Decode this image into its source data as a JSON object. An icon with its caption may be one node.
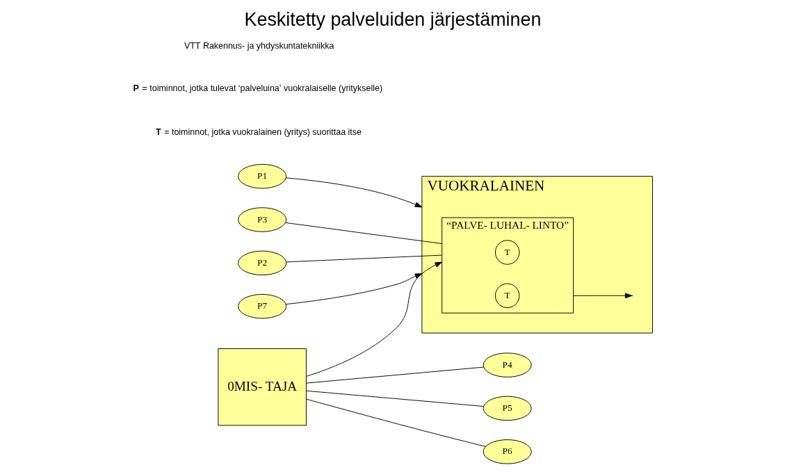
{
  "diagram": {
    "title": "Keskitetty palveluiden järjestäminen",
    "nodes": [
      {
        "text": [
          "VUOKRALAINEN"
        ]
      },
      {
        "text": [
          "“PALVE- LUHAL- LINTO”"
        ],
        "in": 0
      },
      {
        "text": [
          "T"
        ],
        "in": 1
      },
      {
        "text": [
          "T"
        ],
        "in": 1
      },
      {
        "text": [
          "0MIS- TAJA"
        ]
      },
      {
        "text": [
          "P1"
        ]
      },
      {
        "text": [
          "P3"
        ]
      },
      {
        "text": [
          "P2"
        ]
      },
      {
        "text": [
          "P4"
        ]
      },
      {
        "text": [
          "P5"
        ]
      },
      {
        "text": [
          "P6"
        ]
      },
      {
        "text": [
          "P7"
        ]
      }
    ],
    "edges": [
      {
        "from": 5,
        "to": 0,
        "arrow": "to"
      },
      {
        "from": 1,
        "to": null,
        "arrow": "to"
      },
      {
        "from": 4,
        "to": 1,
        "arrow": "to"
      },
      {
        "from": 6,
        "to": 1,
        "arrow": "none"
      },
      {
        "from": 7,
        "to": 1,
        "arrow": "none"
      },
      {
        "from": 4,
        "to": 8,
        "arrow": "none"
      },
      {
        "from": 4,
        "to": 9,
        "arrow": "none"
      },
      {
        "from": 4,
        "to": 10,
        "arrow": "none"
      },
      {
        "from": 11,
        "to": 0,
        "arrow": "to"
      }
    ],
    "labels": [
      "**T** = toiminnot, jotka vuokralainen (yritys) suorittaa itse",
      "**P** = toiminnot, jotka tulevat ‘palveluina’ vuokralaiselle (yritykselle)",
      "VTT Rakennus- ja yhdyskuntatekniikka"
    ]
  }
}
